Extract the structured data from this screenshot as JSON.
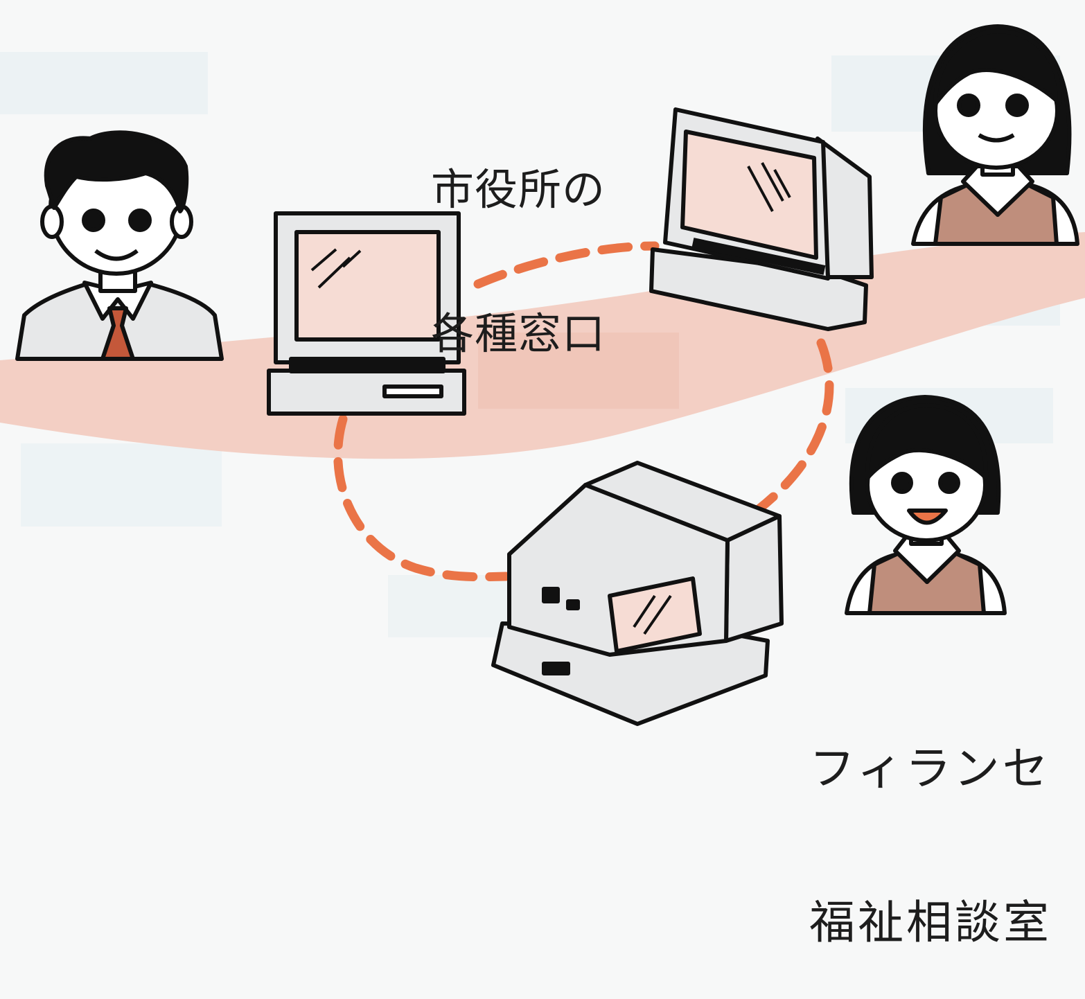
{
  "labels": {
    "city_hall_line1": "市役所の",
    "city_hall_line2": "各種窓口",
    "welfare_line1": "フィランセ",
    "welfare_line2": "福祉相談室"
  },
  "colors": {
    "background": "#f7f8f8",
    "band": "#f3cfc4",
    "screen": "#f6dcd4",
    "dashed_link": "#ea7447",
    "tie": "#c4583a",
    "vest": "#bf8e7c",
    "machine": "#e7e8e9",
    "outline": "#111111"
  }
}
